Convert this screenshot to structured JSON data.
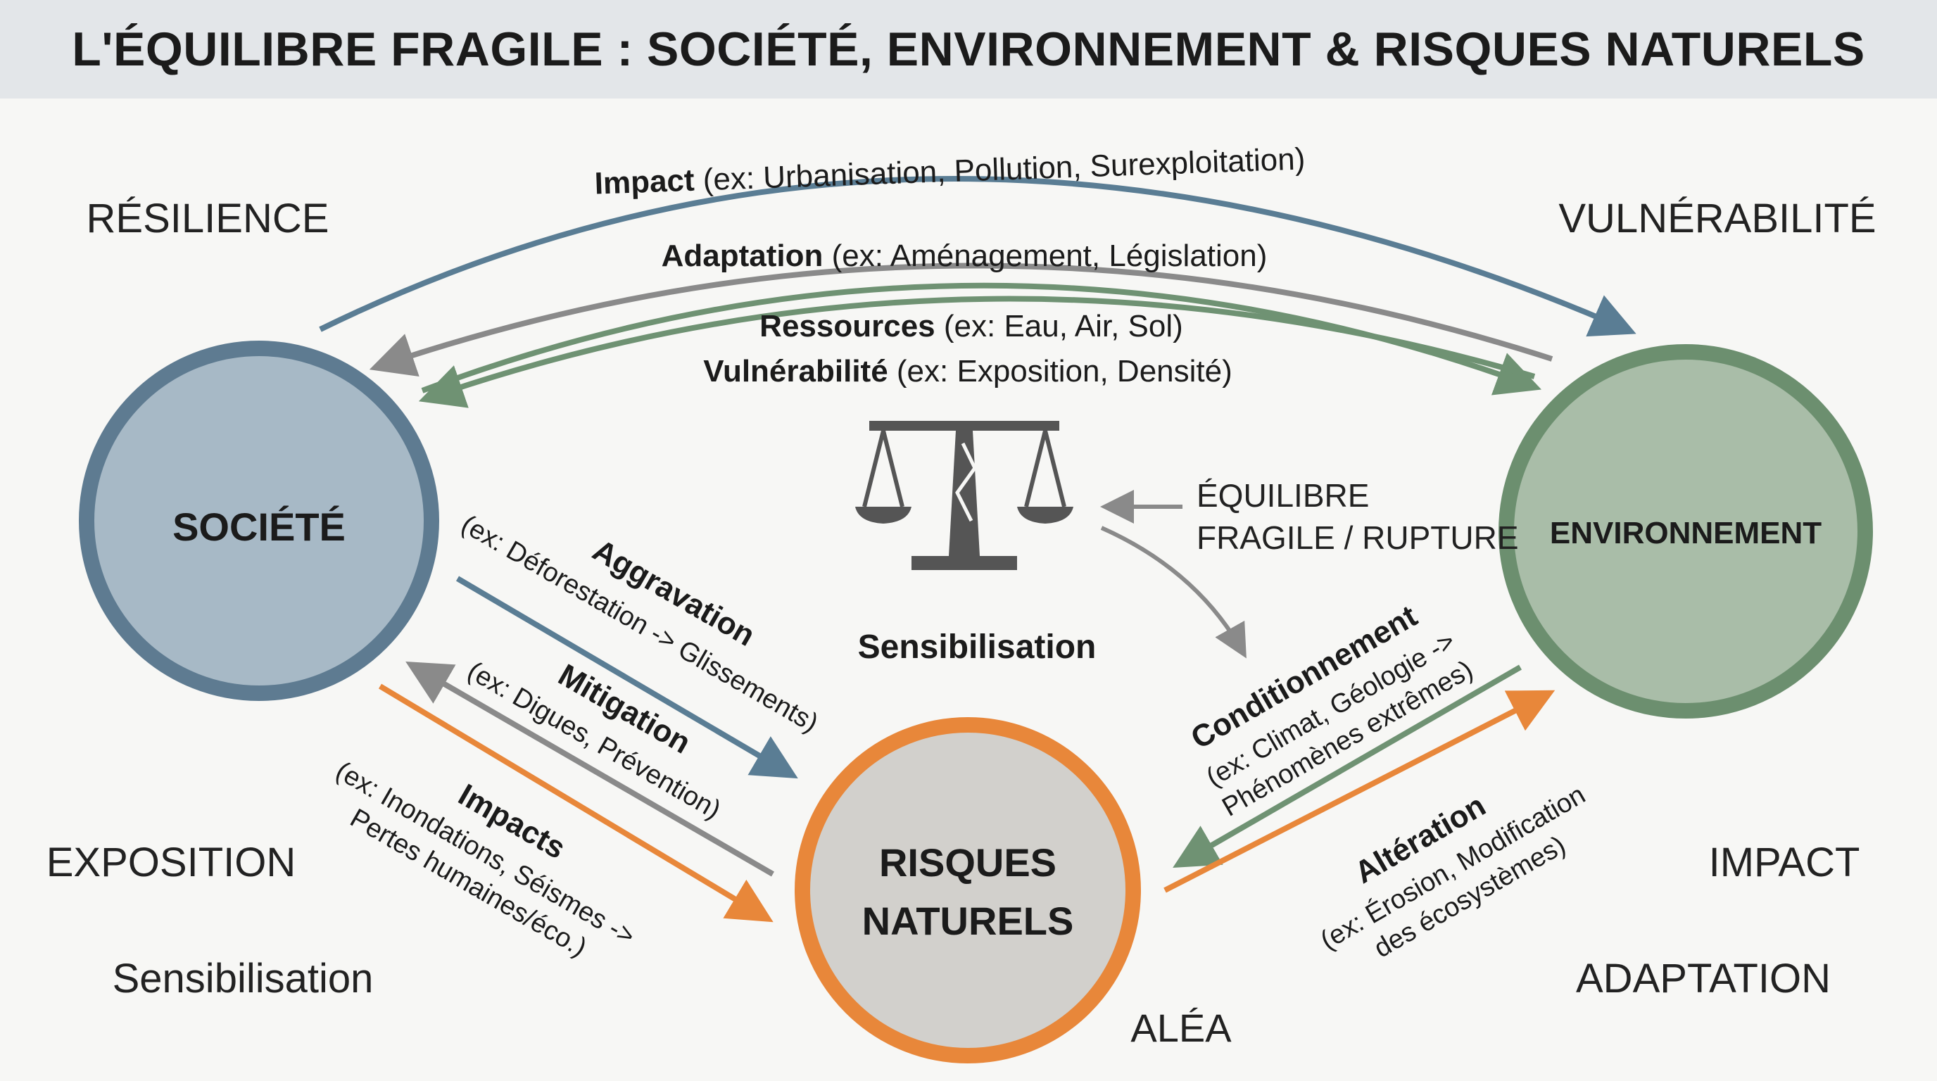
{
  "title": "L'ÉQUILIBRE FRAGILE : SOCIÉTÉ, ENVIRONNEMENT & RISQUES NATURELS",
  "nodes": {
    "societe": "SOCIÉTÉ",
    "environnement": "ENVIRONNEMENT",
    "risques_line1": "RISQUES",
    "risques_line2": "NATURELS"
  },
  "corner_labels": {
    "resilience": "RÉSILIENCE",
    "vulnerabilite": "VULNÉRABILITÉ",
    "exposition": "EXPOSITION",
    "sensibilisation": "Sensibilisation",
    "impact": "IMPACT",
    "adaptation": "ADAPTATION",
    "alea": "ALÉA"
  },
  "center": {
    "sensibilisation": "Sensibilisation",
    "equilibre_line1": "ÉQUILIBRE",
    "equilibre_line2": "FRAGILE / RUPTURE"
  },
  "top_arcs": {
    "impact_bold": "Impact",
    "impact_detail": " (ex: Urbanisation, Pollution, Surexploitation)",
    "adaptation_bold": "Adaptation",
    "adaptation_detail": " (ex: Aménagement, Législation)",
    "ressources_bold": "Ressources",
    "ressources_detail": " (ex: Eau, Air, Sol)",
    "vulnerabilite_bold": "Vulnérabilité",
    "vulnerabilite_detail": " (ex: Exposition, Densité)"
  },
  "left_arrows": {
    "aggravation_title": "Aggravation",
    "aggravation_detail": "(ex: Déforestation -> Glissements)",
    "mitigation_title": "Mitigation",
    "mitigation_detail": "(ex: Digues, Prévention)",
    "impacts_title": "Impacts",
    "impacts_detail1": "(ex: Inondations, Séismes ->",
    "impacts_detail2": "Pertes humaines/éco.)"
  },
  "right_arrows": {
    "conditionnement_title": "Conditionnement",
    "conditionnement_detail1": "(ex: Climat, Géologie ->",
    "conditionnement_detail2": "Phénomènes extrêmes)",
    "alteration_title": "Altération",
    "alteration_detail1": "(ex: Érosion, Modification",
    "alteration_detail2": "des écosystèmes)"
  },
  "colors": {
    "blue": "#5a7d94",
    "gray": "#8a8a8a",
    "green": "#6f9273",
    "orange": "#e8873a",
    "societe_fill": "#a7b9c6",
    "societe_border": "#5e7b91",
    "env_fill": "#a9bda8",
    "env_border": "#6c8f6f",
    "risques_fill": "#d2d0cc",
    "risques_border": "#e8873a",
    "scale": "#555555"
  }
}
